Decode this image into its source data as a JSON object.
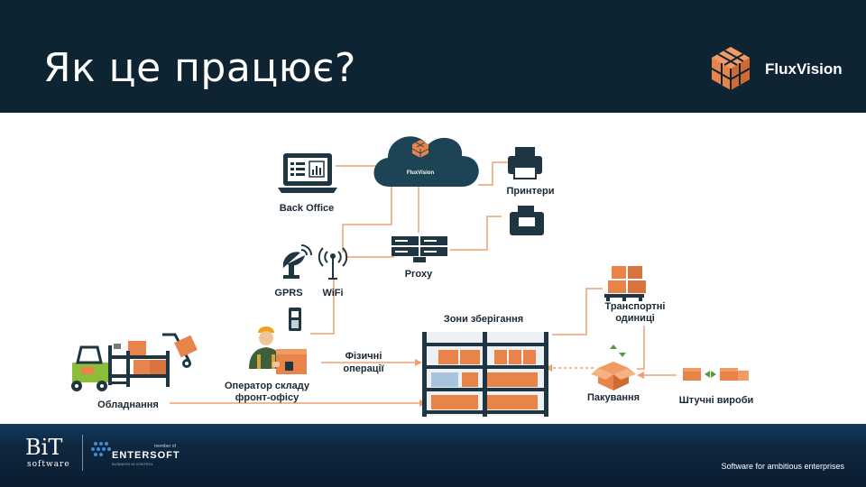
{
  "header": {
    "title": "Як це працює?",
    "brand": "FluxVision"
  },
  "diagram": {
    "cloud_label": "FluxVision",
    "nodes": {
      "back_office": "Back Office",
      "printers": "Принтери",
      "proxy": "Proxy",
      "gprs": "GPRS",
      "wifi": "WiFi",
      "storage": "Зони зберігання",
      "transport_1": "Транспортні",
      "transport_2": "одиниці",
      "operator_1": "Оператор складу",
      "operator_2": "фронт-офісу",
      "physical_1": "Фізичні",
      "physical_2": "операції",
      "packing": "Пакування",
      "equipment": "Обладнання",
      "piece_goods": "Штучні вироби"
    }
  },
  "footer": {
    "bit_logo": "BiT",
    "bit_sub": "software",
    "entersoft_small": "member of",
    "entersoft_logo": "ENTERSOFT",
    "entersoft_tag": "BUSINESS IN CONTROL",
    "slogan": "Software for ambitious enterprises"
  },
  "colors": {
    "header_bg": "#0e2433",
    "accent_orange": "#e8834a",
    "connector": "#f0a070",
    "icon_dark": "#1f3542",
    "cloud": "#1d4455"
  }
}
